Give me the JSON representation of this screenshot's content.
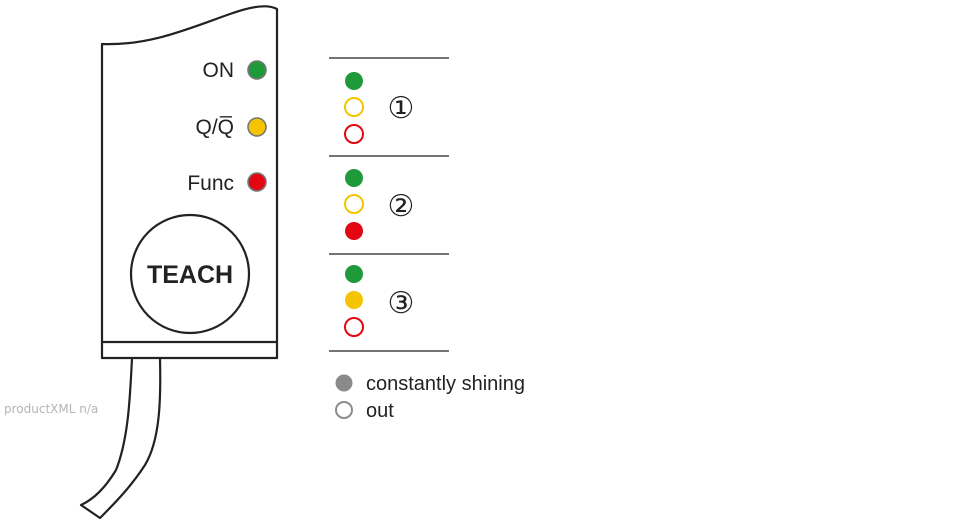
{
  "colors": {
    "on_green": "#1e9a3a",
    "q_yellow": "#f5c400",
    "func_red": "#e30613",
    "legend_gray": "#8a8a8a",
    "line": "#222222"
  },
  "sensor": {
    "leds": [
      {
        "label": "ON",
        "color": "#1e9a3a"
      },
      {
        "label": "Q/Q̅",
        "color": "#f5c400"
      },
      {
        "label": "Func",
        "color": "#e30613"
      }
    ],
    "teach_button": "TEACH"
  },
  "states": [
    {
      "number": "①",
      "leds": [
        {
          "color": "#1e9a3a",
          "state": "on"
        },
        {
          "color": "#f5c400",
          "state": "off"
        },
        {
          "color": "#e30613",
          "state": "off"
        }
      ]
    },
    {
      "number": "②",
      "leds": [
        {
          "color": "#1e9a3a",
          "state": "on"
        },
        {
          "color": "#f5c400",
          "state": "off"
        },
        {
          "color": "#e30613",
          "state": "on"
        }
      ]
    },
    {
      "number": "③",
      "leds": [
        {
          "color": "#1e9a3a",
          "state": "on"
        },
        {
          "color": "#f5c400",
          "state": "on"
        },
        {
          "color": "#e30613",
          "state": "off"
        }
      ]
    }
  ],
  "legend": {
    "shining": "constantly shining",
    "out": "out"
  },
  "watermark": "productXML n/a"
}
